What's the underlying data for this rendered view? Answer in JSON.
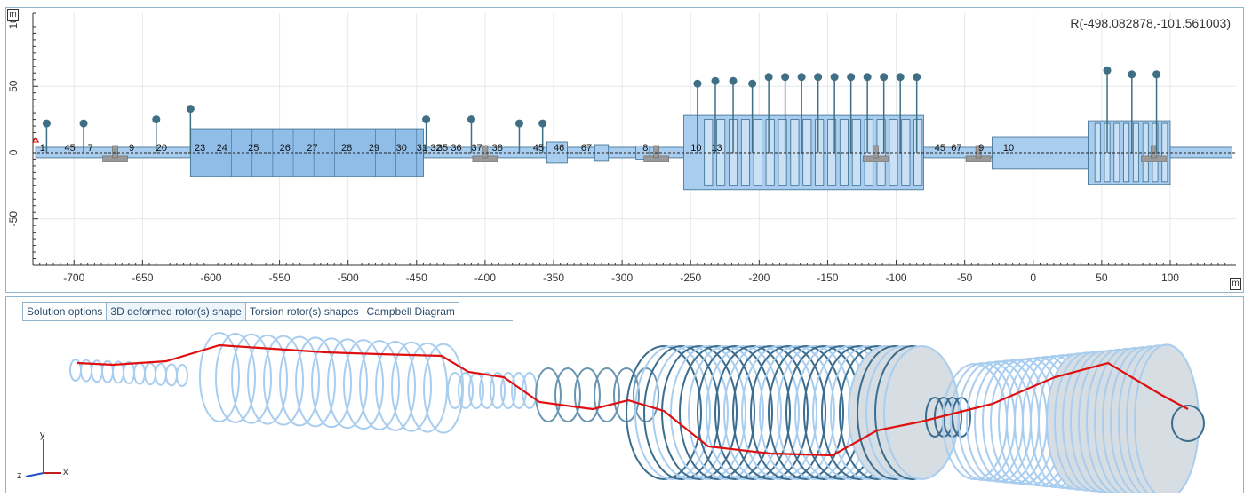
{
  "plot": {
    "coord_readout": "R(-498.082878,-101.561003)",
    "y_unit": "m",
    "x_unit": "m",
    "x_ticks": [
      "-700",
      "-650",
      "-600",
      "-550",
      "-500",
      "-450",
      "-400",
      "-350",
      "-300",
      "-250",
      "-200",
      "-150",
      "-100",
      "-50",
      "0",
      "50",
      "100"
    ],
    "y_ticks": [
      "100",
      "50",
      "0",
      "-50"
    ],
    "x_range": [
      -730,
      148
    ],
    "y_range": [
      -85,
      105
    ],
    "node_labels": [
      "1",
      "45",
      "7",
      "9",
      "20",
      "23",
      "24",
      "25",
      "26",
      "27",
      "28",
      "29",
      "30",
      "31",
      "32",
      "35",
      "36",
      "37",
      "38",
      "45",
      "46",
      "67",
      "8",
      "10",
      "13",
      "45",
      "67",
      "9",
      "10"
    ]
  },
  "tabs": [
    {
      "label": "Solution options"
    },
    {
      "label": "3D deformed rotor(s) shape"
    },
    {
      "label": "Torsion rotor(s) shapes"
    },
    {
      "label": "Campbell Diagram"
    }
  ],
  "view3d": {
    "axis_labels": [
      "y",
      "z",
      "x"
    ]
  },
  "colors": {
    "rotor_fill": "#a9cdee",
    "rotor_stroke": "#3b6d8f",
    "disk_pin": "#3f6f84",
    "deformed_line": "#e01010",
    "panel_border": "#8fb4cc"
  }
}
